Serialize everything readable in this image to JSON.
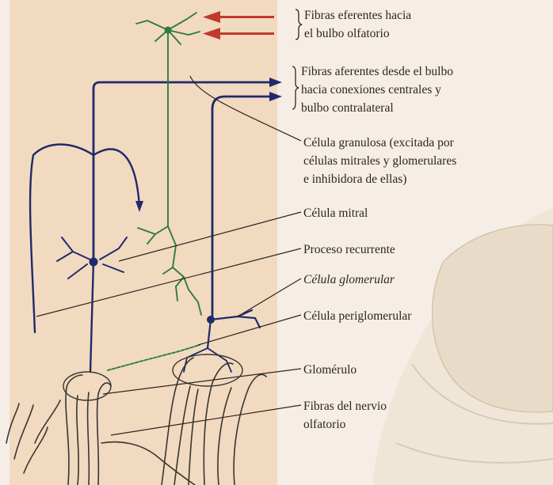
{
  "colors": {
    "tissue_panel": "#f1dac0",
    "background": "#f6eee6",
    "bulb_section": "#efe6d8",
    "neuron_blue": "#1f2a6b",
    "granule_green": "#2e7d3a",
    "fiber_ink": "#3a3530",
    "arrow_red": "#c0392b",
    "text": "#2b2622"
  },
  "labels": {
    "efferent_line1": "Fibras eferentes hacia",
    "efferent_line2": "el bulbo olfatorio",
    "afferent_line1": "Fibras aferentes desde el bulbo",
    "afferent_line2": "hacia conexiones centrales y",
    "afferent_line3": "bulbo contralateral",
    "granule_line1": "Célula granulosa (excitada por",
    "granule_line2": "células mitrales y glomerulares",
    "granule_line3": "e inhibidora de ellas)",
    "mitral": "Célula mitral",
    "recurrent": "Proceso recurrente",
    "glomerular_cell": "Célula glomerular",
    "periglomerular": "Célula periglomerular",
    "glomerulus": "Glomérulo",
    "nerve_line1": "Fibras del nervio",
    "nerve_line2": "olfatorio"
  }
}
